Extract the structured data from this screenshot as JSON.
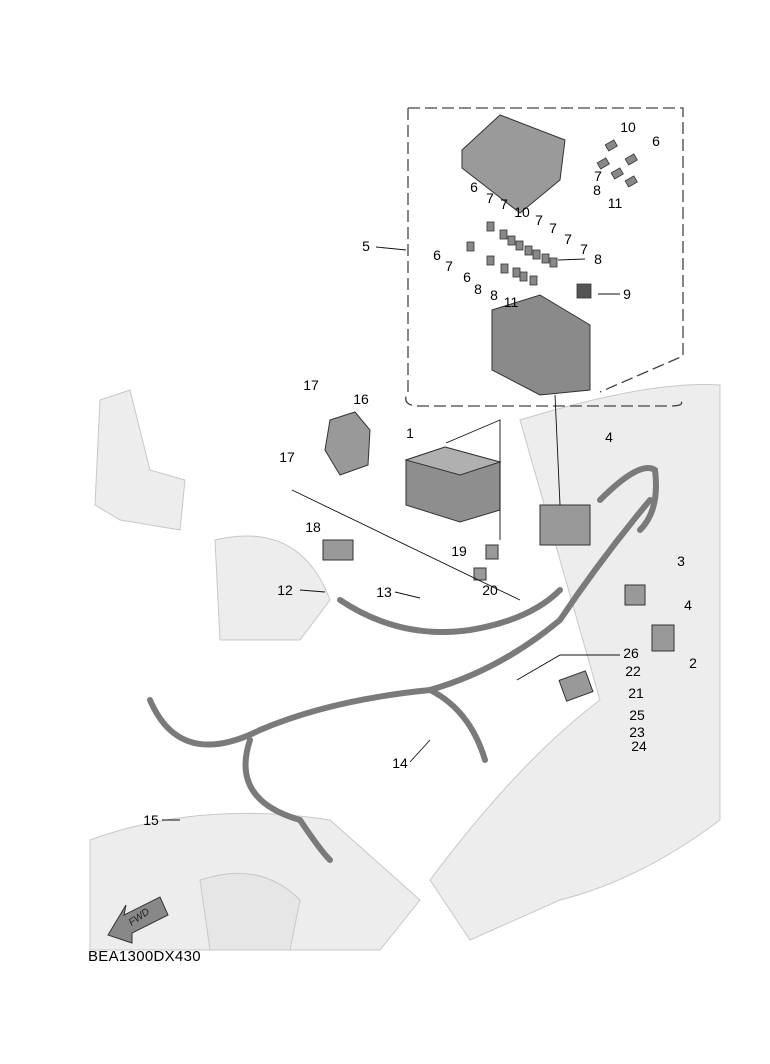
{
  "diagram": {
    "drawing_code": "BEA1300DX430",
    "direction_arrow": "FWD",
    "callouts": [
      "10",
      "6",
      "7",
      "8",
      "11",
      "6",
      "7",
      "7",
      "10",
      "7",
      "7",
      "7",
      "7",
      "8",
      "5",
      "6",
      "7",
      "6",
      "8",
      "8",
      "11",
      "9",
      "17",
      "16",
      "17",
      "1",
      "4",
      "18",
      "19",
      "20",
      "3",
      "4",
      "12",
      "13",
      "2",
      "26",
      "22",
      "21",
      "25",
      "23",
      "24",
      "14",
      "15"
    ]
  }
}
